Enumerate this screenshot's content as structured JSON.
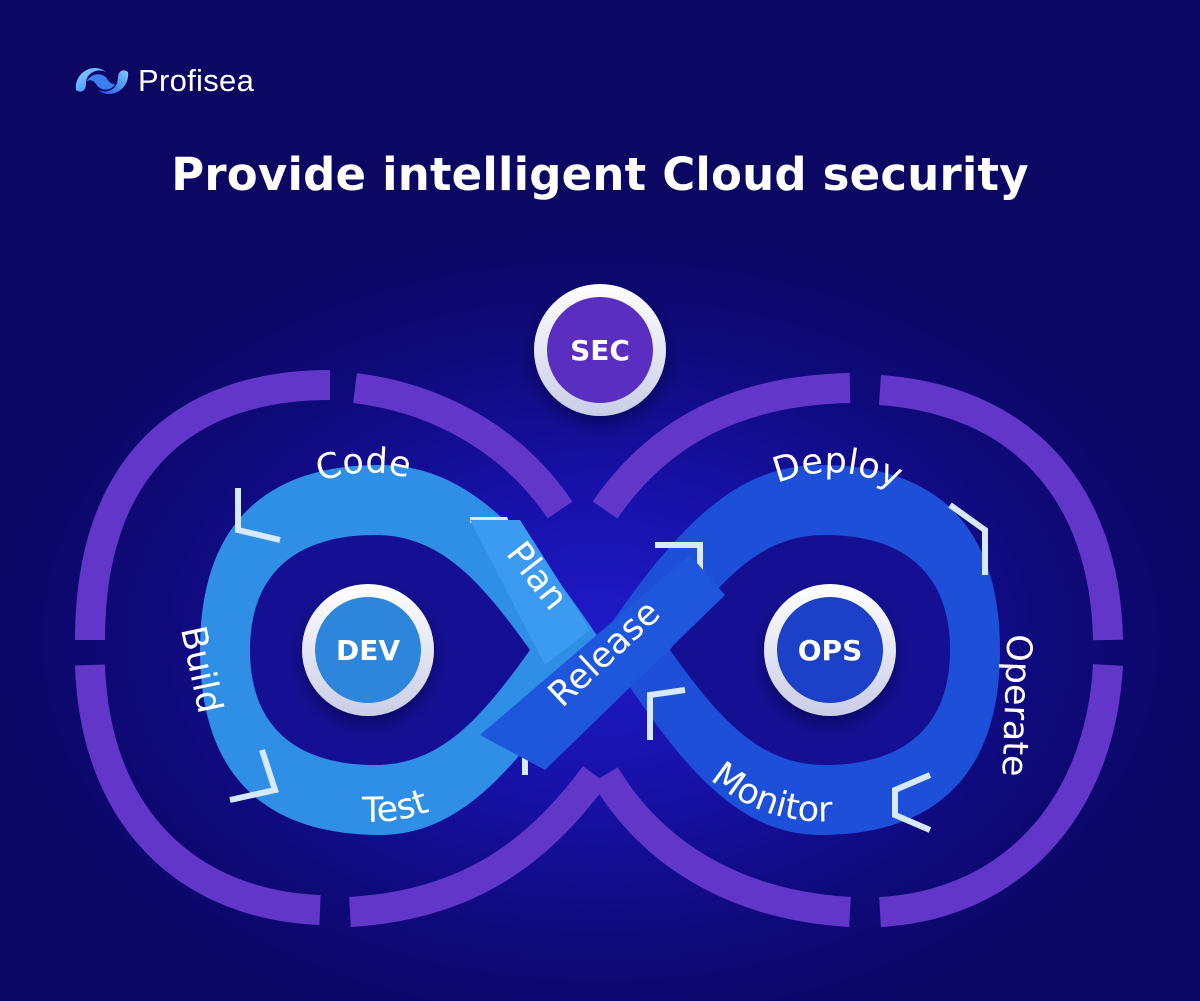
{
  "brand": {
    "name": "Profisea",
    "icon": "profisea-logo"
  },
  "title": "Provide intelligent Cloud security",
  "center_badges": {
    "sec": "SEC",
    "dev": "DEV",
    "ops": "OPS"
  },
  "stages": {
    "code": "Code",
    "plan": "Plan",
    "build": "Build",
    "test": "Test",
    "release": "Release",
    "deploy": "Deploy",
    "operate": "Operate",
    "monitor": "Monitor"
  },
  "colors": {
    "background": "#120d8f",
    "outer_ring": "#6236c9",
    "dev_loop": "#2f8fe6",
    "ops_loop": "#1d4fd8",
    "sec_badge": "#5a2fc0",
    "dev_badge": "#2e86dc",
    "ops_badge": "#1f3fc7"
  }
}
